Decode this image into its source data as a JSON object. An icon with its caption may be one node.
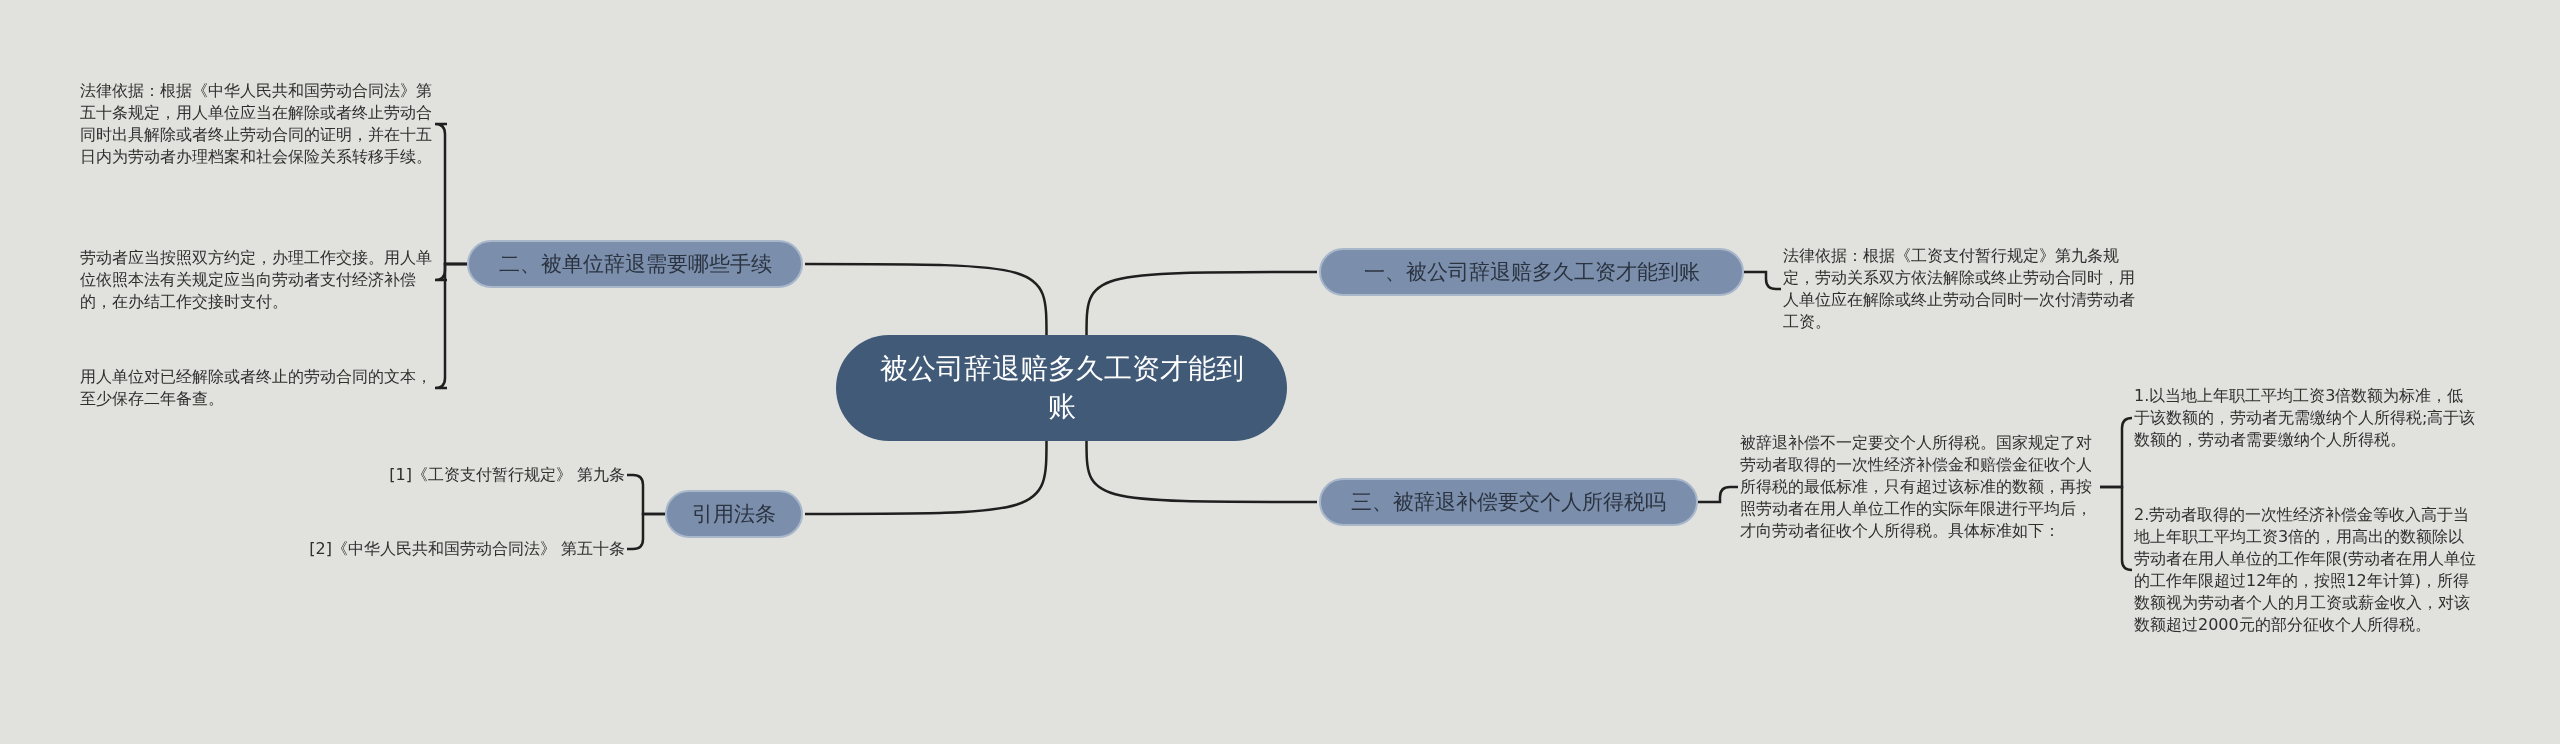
{
  "diagram": {
    "nodes": [
      {
        "text": [
          "被公司辞退赔多久工资才能到账"
        ]
      },
      {
        "text": [
          "一、被公司辞退赔多久工资才能到账"
        ]
      },
      {
        "text": [
          "法律依据：根据《工资支付暂行规定》第九条规定，劳动关系双方依法解除或终止劳动合同时，用人单位应在解除或终止劳动合同时一次付清劳动者工资。"
        ]
      },
      {
        "text": [
          "二、被单位辞退需要哪些手续"
        ]
      },
      {
        "text": [
          "法律依据：根据《中华人民共和国劳动合同法》第五十条规定，用人单位应当在解除或者终止劳动合同时出具解除或者终止劳动合同的证明，并在十五日内为劳动者办理档案和社会保险关系转移手续。"
        ]
      },
      {
        "text": [
          "劳动者应当按照双方约定，办理工作交接。用人单位依照本法有关规定应当向劳动者支付经济补偿的，在办结工作交接时支付。"
        ]
      },
      {
        "text": [
          "用人单位对已经解除或者终止的劳动合同的文本，至少保存二年备查。"
        ]
      },
      {
        "text": [
          "三、被辞退补偿要交个人所得税吗"
        ]
      },
      {
        "text": [
          "被辞退补偿不一定要交个人所得税。国家规定了对劳动者取得的一次性经济补偿金和赔偿金征收个人所得税的最低标准，只有超过该标准的数额，再按照劳动者在用人单位工作的实际年限进行平均后，才向劳动者征收个人所得税。具体标准如下："
        ]
      },
      {
        "text": [
          "1.以当地上年职工平均工资3倍数额为标准，低于该数额的，劳动者无需缴纳个人所得税;高于该数额的，劳动者需要缴纳个人所得税。"
        ]
      },
      {
        "text": [
          "2.劳动者取得的一次性经济补偿金等收入高于当地上年职工平均工资3倍的，用高出的数额除以劳动者在用人单位的工作年限(劳动者在用人单位的工作年限超过12年的，按照12年计算)，所得数额视为劳动者个人的月工资或薪金收入，对该数额超过2000元的部分征收个人所得税。"
        ]
      },
      {
        "text": [
          "引用法条"
        ]
      },
      {
        "text": [
          "[1]《工资支付暂行规定》 第九条"
        ]
      },
      {
        "text": [
          "[2]《中华人民共和国劳动合同法》 第五十条"
        ]
      }
    ],
    "edges": [
      {
        "from": 0,
        "to": 1,
        "arrow": "none"
      },
      {
        "from": 1,
        "to": 2,
        "arrow": "none"
      },
      {
        "from": 0,
        "to": 3,
        "arrow": "none"
      },
      {
        "from": 3,
        "to": 4,
        "arrow": "none"
      },
      {
        "from": 3,
        "to": 5,
        "arrow": "none"
      },
      {
        "from": 3,
        "to": 6,
        "arrow": "none"
      },
      {
        "from": 0,
        "to": 7,
        "arrow": "none"
      },
      {
        "from": 7,
        "to": 8,
        "arrow": "none"
      },
      {
        "from": 8,
        "to": 9,
        "arrow": "none"
      },
      {
        "from": 8,
        "to": 10,
        "arrow": "none"
      },
      {
        "from": 0,
        "to": 11,
        "arrow": "none"
      },
      {
        "from": 11,
        "to": 12,
        "arrow": "none"
      },
      {
        "from": 11,
        "to": 13,
        "arrow": "none"
      }
    ]
  }
}
